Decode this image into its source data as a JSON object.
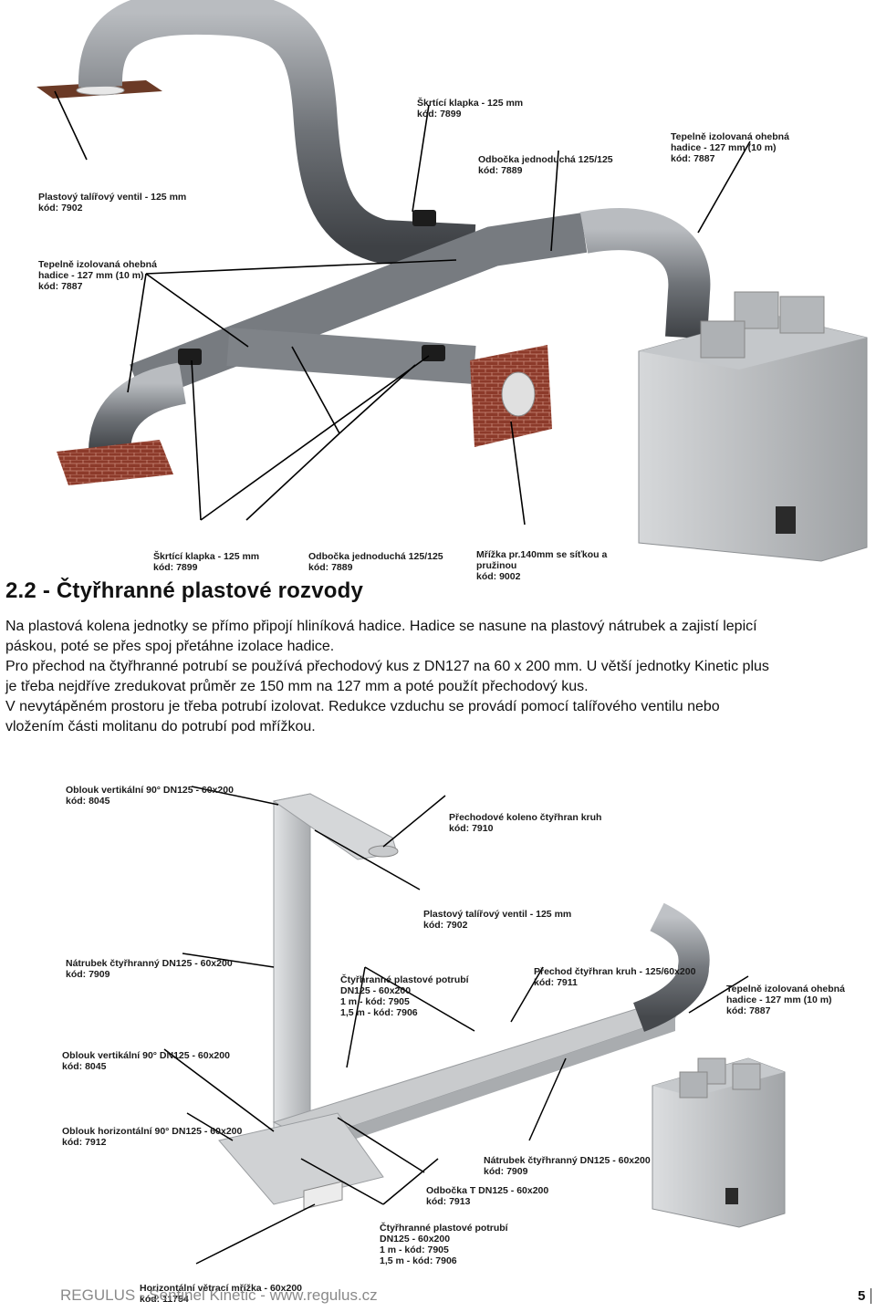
{
  "diagram1": {
    "labels": {
      "l1": [
        "Škrtící klapka - 125 mm",
        "kód: 7899"
      ],
      "l2": [
        "Odbočka jednoduchá 125/125",
        "kód: 7889"
      ],
      "l3": [
        "Tepelně izolovaná ohebná",
        "hadice - 127 mm (10 m)",
        "kód: 7887"
      ],
      "l4": [
        "Plastový talířový ventil - 125 mm",
        "kód: 7902"
      ],
      "l5": [
        "Tepelně izolovaná ohebná",
        "hadice - 127 mm (10 m)",
        "kód: 7887"
      ],
      "l6": [
        "Škrtící klapka - 125 mm",
        "kód: 7899"
      ],
      "l7": [
        "Odbočka jednoduchá 125/125",
        "kód: 7889"
      ],
      "l8": [
        "Mřížka pr.140mm se síťkou a",
        "pružinou",
        "kód: 9002"
      ]
    }
  },
  "section": {
    "title": "2.2 - Čtyřhranné plastové rozvody",
    "paragraph_lines": [
      "Na plastová kolena jednotky se přímo připojí hliníková hadice. Hadice se nasune na plastový nátrubek a zajistí lepicí",
      "páskou, poté se přes spoj přetáhne izolace hadice.",
      "Pro přechod na čtyřhranné potrubí se používá přechodový kus z DN127 na 60 x 200 mm. U větší jednotky Kinetic plus",
      "je třeba nejdříve zredukovat průměr ze 150 mm na 127 mm a poté použít přechodový kus.",
      "V nevytápěném prostoru je třeba potrubí izolovat. Redukce vzduchu se provádí pomocí talířového ventilu nebo",
      "vložením části molitanu do potrubí pod mřížkou."
    ]
  },
  "diagram2": {
    "labels": {
      "m1": [
        "Oblouk vertikální 90° DN125 - 60x200",
        "kód: 8045"
      ],
      "m2": [
        "Přechodové koleno čtyřhran kruh",
        "kód: 7910"
      ],
      "m3": [
        "Plastový talířový ventil - 125 mm",
        "kód: 7902"
      ],
      "m4": [
        "Nátrubek čtyřhranný DN125 - 60x200",
        "kód: 7909"
      ],
      "m5": [
        "Čtyřhranné plastové potrubí",
        "DN125 - 60x200",
        "1 m - kód: 7905",
        "1,5 m - kód: 7906"
      ],
      "m6": [
        "Přechod čtyřhran kruh - 125/60x200",
        "kód: 7911"
      ],
      "m7": [
        "Tepelně izolovaná ohebná",
        "hadice - 127 mm (10 m)",
        "kód: 7887"
      ],
      "m8": [
        "Oblouk vertikální 90° DN125 - 60x200",
        "kód: 8045"
      ],
      "m9": [
        "Oblouk horizontální 90° DN125 - 60x200",
        "kód: 7912"
      ],
      "m10": [
        "Nátrubek čtyřhranný DN125 - 60x200",
        "kód: 7909"
      ],
      "m11": [
        "Odbočka T DN125 - 60x200",
        "kód: 7913"
      ],
      "m12": [
        "Čtyřhranné plastové potrubí",
        "DN125 - 60x200",
        "1 m - kód: 7905",
        "1,5 m - kód: 7906"
      ],
      "m13": [
        "Horizontální větrací mřížka - 60x200",
        "kód: 11754"
      ]
    }
  },
  "footer": {
    "text": "REGULUS - Sentinel Kinetic - www.regulus.cz",
    "page": "5"
  }
}
